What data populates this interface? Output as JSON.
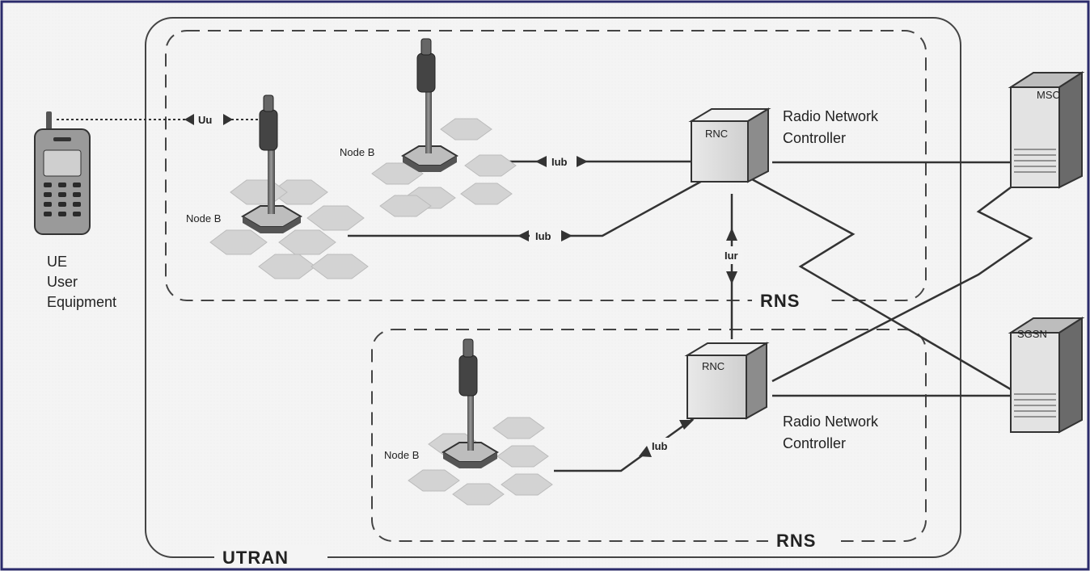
{
  "ue": {
    "line1": "UE",
    "line2": "User",
    "line3": "Equipment"
  },
  "utran": {
    "label": "UTRAN"
  },
  "rns_top": {
    "label": "RNS"
  },
  "rns_bottom": {
    "label": "RNS"
  },
  "node_b_1": {
    "label": "Node B"
  },
  "node_b_2": {
    "label": "Node B"
  },
  "node_b_3": {
    "label": "Node B"
  },
  "rnc_top": {
    "box_label": "RNC",
    "caption_line1": "Radio Network",
    "caption_line2": "Controller"
  },
  "rnc_bottom": {
    "box_label": "RNC",
    "caption_line1": "Radio Network",
    "caption_line2": "Controller"
  },
  "msc": {
    "label": "MSC"
  },
  "sgsn": {
    "label": "SGSN"
  },
  "interfaces": {
    "uu": "Uu",
    "iub_upper": "Iub",
    "iub_lower": "Iub",
    "iub_bottom": "Iub",
    "iur": "Iur"
  },
  "colors": {
    "frame": "#2b2b6b",
    "line": "#333333",
    "hex": "#cfcfcf",
    "device": "#8a8a8a"
  }
}
